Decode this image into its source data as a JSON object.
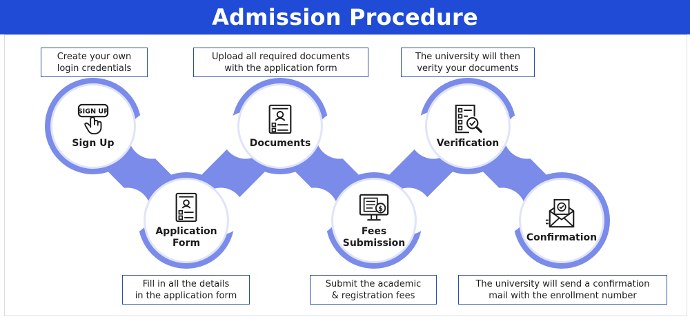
{
  "title": "Admission Procedure",
  "colors": {
    "header_bg": "#1f4bd6",
    "chain": "#7a8bea",
    "box_border": "#2a4fa0"
  },
  "steps": [
    {
      "label": "Sign Up",
      "icon": "sign-up-hand-icon",
      "icon_text": "SIGN UP",
      "description": "Create your own login credentials"
    },
    {
      "label": "Application Form",
      "icon": "application-form-icon",
      "description": "Fill in all the details in the application form"
    },
    {
      "label": "Documents",
      "icon": "documents-icon",
      "description": "Upload all required documents with the application form"
    },
    {
      "label": "Fees Submission",
      "icon": "fees-monitor-icon",
      "description": "Submit the academic & registration fees"
    },
    {
      "label": "Verification",
      "icon": "verification-checklist-icon",
      "description": "The university will then verity your documents"
    },
    {
      "label": "Confirmation",
      "icon": "confirmation-mail-icon",
      "description": "The university will send a confirmation mail with the enrollment number"
    }
  ],
  "descriptions": {
    "sign_up": [
      "Create your own",
      "login credentials"
    ],
    "application_form": [
      "Fill in all the details",
      "in the application form"
    ],
    "documents": [
      "Upload all required documents",
      "with the application form"
    ],
    "fees_submission": [
      "Submit the academic",
      "& registration fees"
    ],
    "verification": [
      "The university will then",
      "verity your documents"
    ],
    "confirmation": [
      "The university will send a confirmation",
      "mail with the enrollment number"
    ]
  },
  "labels": {
    "sign_up": "Sign Up",
    "application_form": [
      "Application",
      "Form"
    ],
    "documents": "Documents",
    "fees_submission": [
      "Fees",
      "Submission"
    ],
    "verification": "Verification",
    "confirmation": "Confirmation"
  }
}
